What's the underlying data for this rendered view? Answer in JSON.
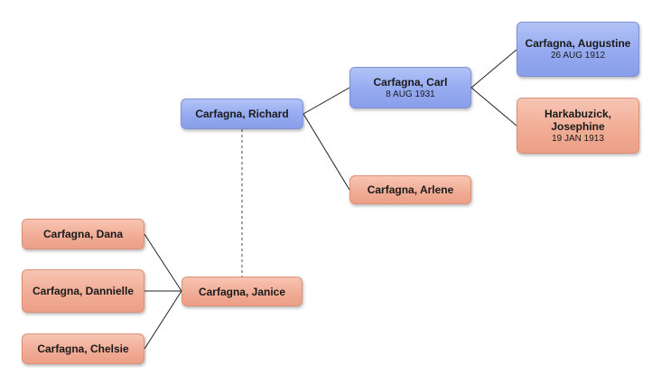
{
  "people": {
    "richard": {
      "name": "Carfagna, Richard",
      "sex": "male"
    },
    "carl": {
      "name": "Carfagna, Carl",
      "date": "8 AUG 1931",
      "sex": "male"
    },
    "augustine": {
      "name": "Carfagna, Augustine",
      "date": "26 AUG 1912",
      "sex": "male"
    },
    "josephine": {
      "name": "Harkabuzick, Josephine",
      "date": "19 JAN 1913",
      "sex": "female"
    },
    "arlene": {
      "name": "Carfagna, Arlene",
      "sex": "female"
    },
    "janice": {
      "name": "Carfagna, Janice",
      "sex": "female"
    },
    "dana": {
      "name": "Carfagna, Dana",
      "sex": "female"
    },
    "dannielle": {
      "name": "Carfagna, Dannielle",
      "sex": "female"
    },
    "chelsie": {
      "name": "Carfagna, Chelsie",
      "sex": "female"
    }
  },
  "colors": {
    "male": "#95aaf0",
    "female": "#f1ad96",
    "connector": "#222222",
    "spouse_link": "#888888"
  }
}
